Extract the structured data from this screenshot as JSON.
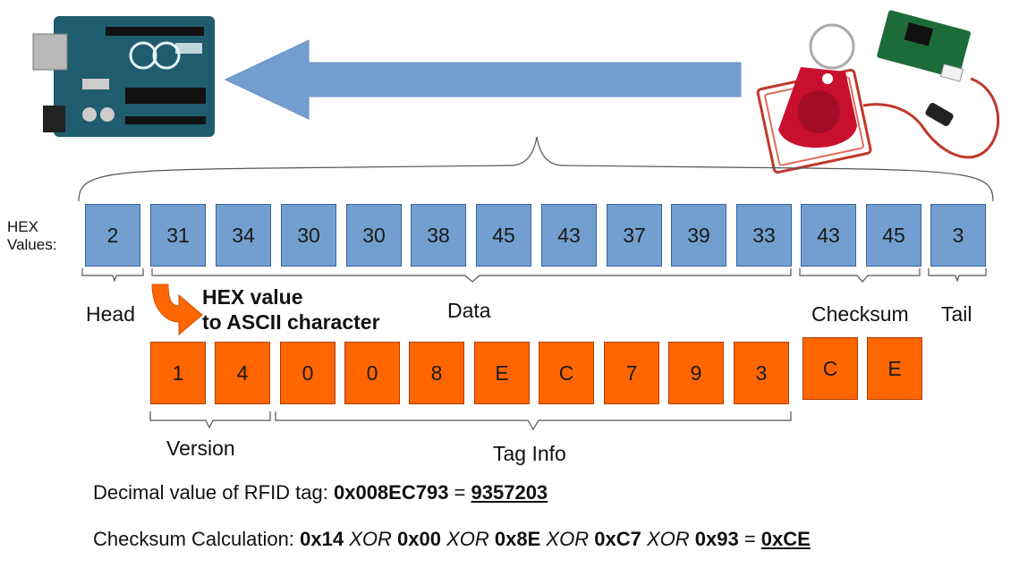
{
  "hex_label": [
    "HEX",
    "Values:"
  ],
  "hex_values": [
    "2",
    "31",
    "34",
    "30",
    "30",
    "38",
    "45",
    "43",
    "37",
    "39",
    "33",
    "43",
    "45",
    "3"
  ],
  "ascii_values": [
    "1",
    "4",
    "0",
    "0",
    "8",
    "E",
    "C",
    "7",
    "9",
    "3",
    "C",
    "E"
  ],
  "groups": {
    "head": "Head",
    "data": "Data",
    "checksum": "Checksum",
    "tail": "Tail",
    "version": "Version",
    "tag_info": "Tag Info"
  },
  "conversion_note": [
    "HEX value",
    "to ASCII character"
  ],
  "decimal_line": {
    "prefix": "Decimal value of RFID tag: ",
    "hex": "0x008EC793",
    "eq": " = ",
    "result": "9357203"
  },
  "checksum_line": {
    "prefix": "Checksum Calculation: ",
    "terms": [
      "0x14",
      "0x00",
      "0x8E",
      "0xC7",
      "0x93"
    ],
    "op": "XOR",
    "eq": " = ",
    "result": "0xCE"
  },
  "colors": {
    "hex_box": "#729fcf",
    "ascii_box": "#ff6600",
    "arrow": "#729fcf",
    "board": "#1f5c6e",
    "tag": "#c8102e"
  },
  "icons": {
    "arduino": "arduino-board-icon",
    "rfid_reader": "rfid-reader-icon",
    "rfid_tag": "rfid-keyfob-icon"
  }
}
